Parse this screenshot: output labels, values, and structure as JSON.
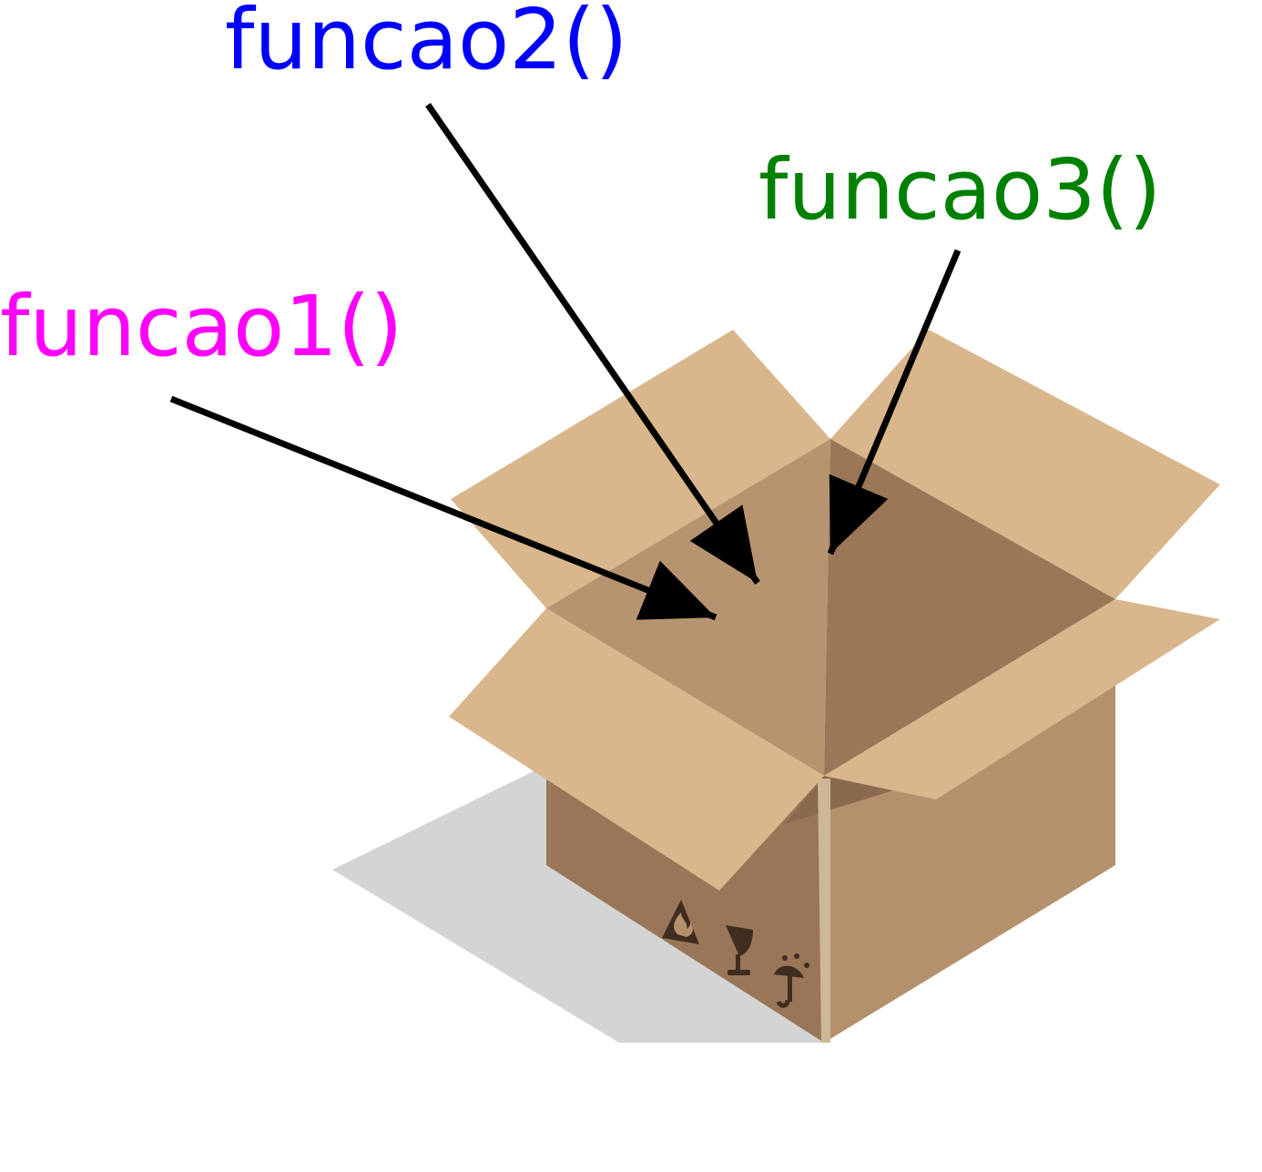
{
  "labels": {
    "funcao1": {
      "text": "funcao1()",
      "color": "#ff00ff"
    },
    "funcao2": {
      "text": "funcao2()",
      "color": "#0000ff"
    },
    "funcao3": {
      "text": "funcao3()",
      "color": "#008000"
    }
  },
  "colors": {
    "arrow": "#000000",
    "shadow": "#d4d4d4",
    "flap_light": "#d9b68c",
    "inside_left": "#b79470",
    "inside_right": "#9a7757",
    "box_left": "#997657",
    "box_right": "#b4906c",
    "box_inner_shadow": "#8a6a4e",
    "seam": "#cdb69a",
    "symbols": "#3e2d20"
  },
  "icons": [
    "flammable-icon",
    "fragile-glass-icon",
    "keep-dry-umbrella-icon"
  ]
}
